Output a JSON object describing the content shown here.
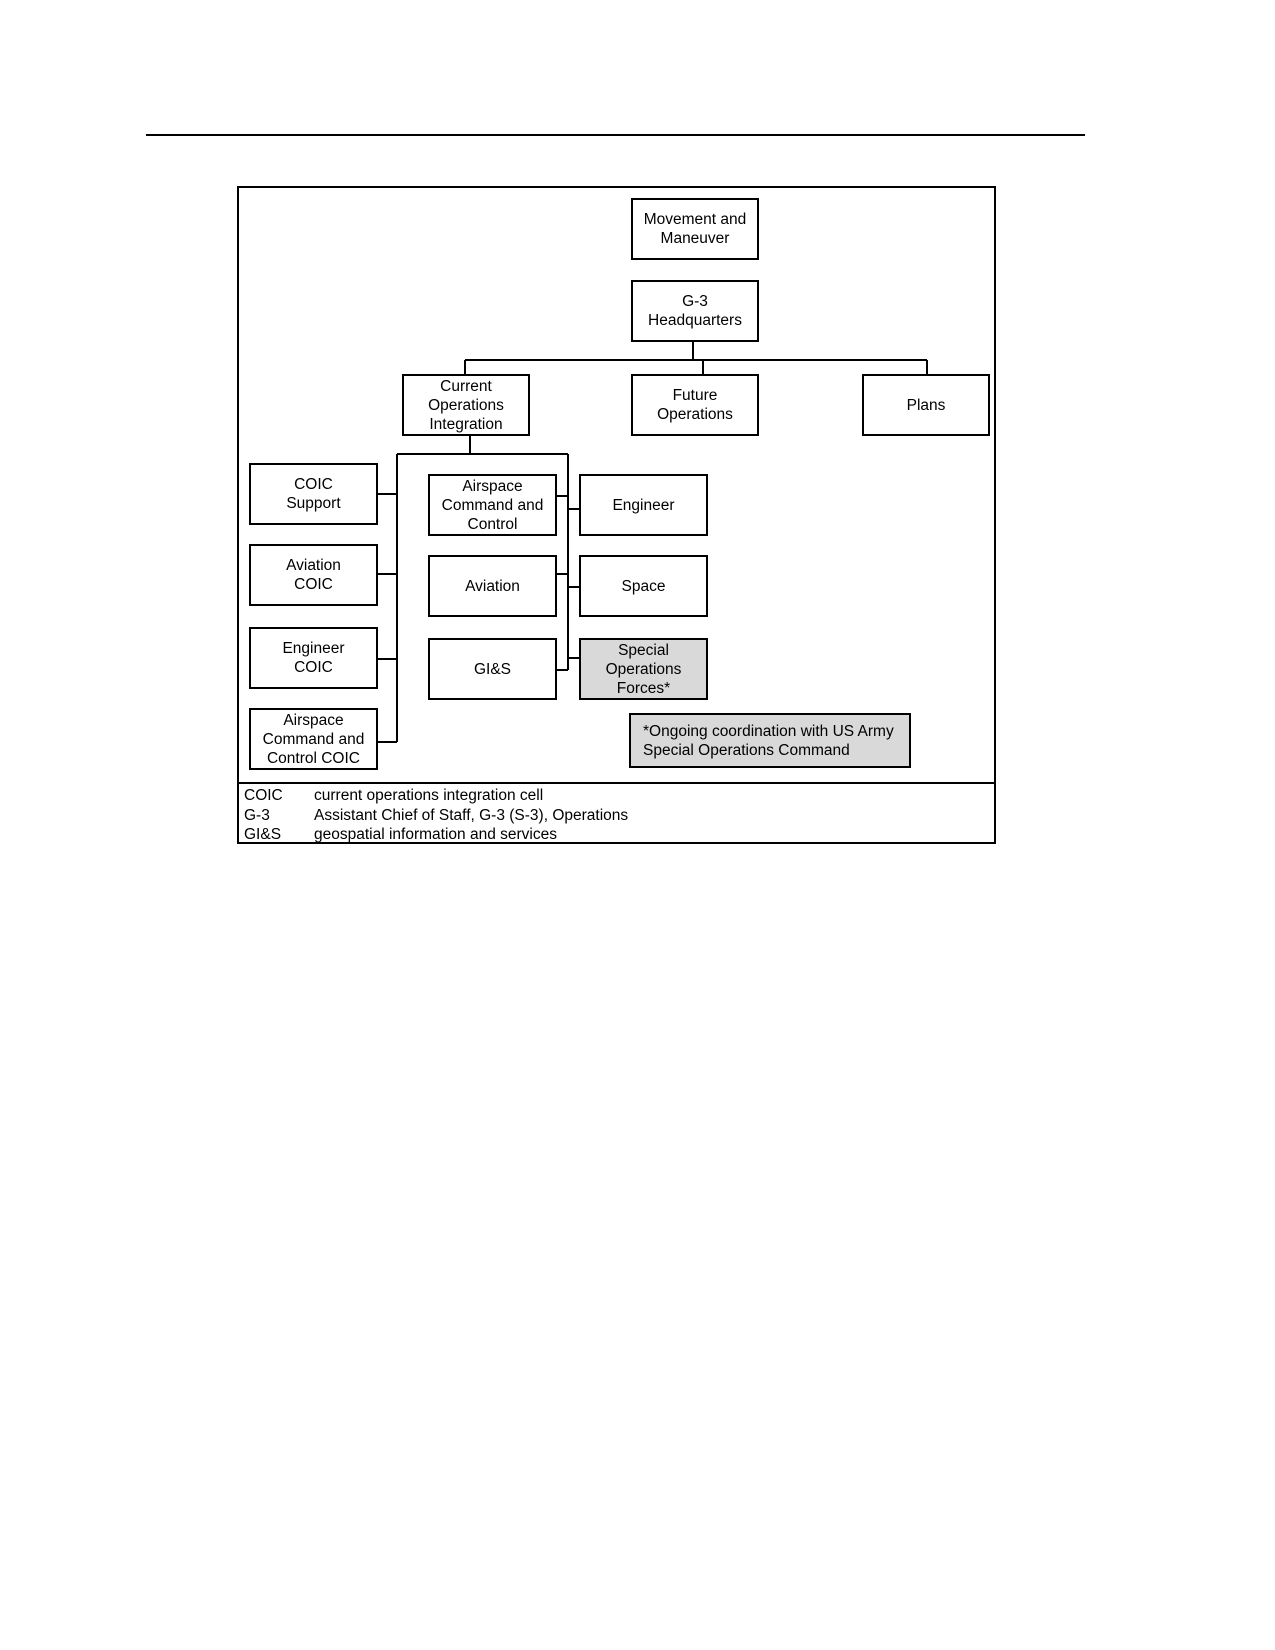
{
  "diagram": {
    "nodes": {
      "movement_maneuver": "Movement and\nManeuver",
      "g3_hq": "G-3\nHeadquarters",
      "current_ops": "Current\nOperations\nIntegration",
      "future_ops": "Future\nOperations",
      "plans": "Plans",
      "coic_support": "COIC\nSupport",
      "aviation_coic": "Aviation\nCOIC",
      "engineer_coic": "Engineer\nCOIC",
      "airspace_coic": "Airspace\nCommand and\nControl COIC",
      "airspace_c2": "Airspace\nCommand and\nControl",
      "aviation": "Aviation",
      "gis": "GI&S",
      "engineer": "Engineer",
      "space": "Space",
      "sof": "Special\nOperations\nForces*"
    },
    "note": "*Ongoing coordination with US Army\n Special Operations Command",
    "legend": [
      {
        "term": "COIC",
        "definition": "current operations integration cell"
      },
      {
        "term": "G-3",
        "definition": "Assistant Chief of Staff, G-3 (S-3), Operations"
      },
      {
        "term": "GI&S",
        "definition": "geospatial information and services"
      }
    ]
  }
}
